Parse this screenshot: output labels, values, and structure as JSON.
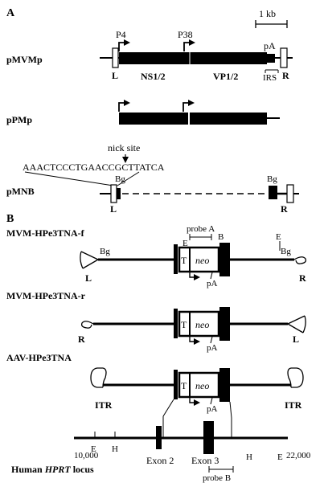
{
  "panel_a": {
    "label": "A",
    "scale_label": "1 kb",
    "constructs": [
      {
        "name": "pMVMp"
      },
      {
        "name": "pPMp"
      },
      {
        "name": "pMNB"
      }
    ],
    "promoters": {
      "p4": "P4",
      "p38": "P38"
    },
    "pa": "pA",
    "genes": {
      "ns": "NS1/2",
      "vp": "VP1/2"
    },
    "irs": "IRS",
    "left_end": "L",
    "right_end": "R",
    "nick_site": "nick site",
    "sequence": "AAACTCCCTGAACCGCTTATCA",
    "bg": "Bg"
  },
  "panel_b": {
    "label": "B",
    "constructs": [
      {
        "name": "MVM-HPe3TNA-f"
      },
      {
        "name": "MVM-HPe3TNA-r"
      },
      {
        "name": "AAV-HPe3TNA"
      }
    ],
    "probe_a": "probe A",
    "probe_b": "probe B",
    "e": "E",
    "b": "B",
    "bg": "Bg",
    "h": "H",
    "t": "T",
    "neo": "neo",
    "pa": "pA",
    "l": "L",
    "r": "R",
    "itr": "ITR",
    "locus": {
      "start": "10,000",
      "end": "22,000",
      "exon2": "Exon 2",
      "exon3": "Exon 3",
      "title_prefix": "Human ",
      "title_gene": "HPRT",
      "title_suffix": " locus"
    }
  }
}
